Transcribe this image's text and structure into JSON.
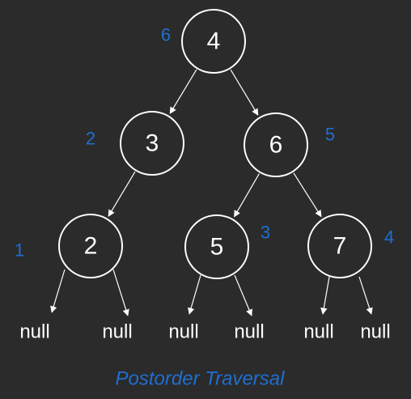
{
  "caption": "Postorder Traversal",
  "colors": {
    "background": "#2b2b2b",
    "node_stroke": "#ffffff",
    "order_label": "#1f6fd1"
  },
  "nodes": [
    {
      "id": "n4",
      "value": "4",
      "order": "6"
    },
    {
      "id": "n3",
      "value": "3",
      "order": "2"
    },
    {
      "id": "n6",
      "value": "6",
      "order": "5"
    },
    {
      "id": "n2",
      "value": "2",
      "order": "1"
    },
    {
      "id": "n5",
      "value": "5",
      "order": "3"
    },
    {
      "id": "n7",
      "value": "7",
      "order": "4"
    }
  ],
  "null_label": "null",
  "edges": [
    {
      "from": "n4",
      "to": "n3"
    },
    {
      "from": "n4",
      "to": "n6"
    },
    {
      "from": "n3",
      "to": "n2"
    },
    {
      "from": "n6",
      "to": "n5"
    },
    {
      "from": "n6",
      "to": "n7"
    },
    {
      "from": "n2",
      "to": "null1"
    },
    {
      "from": "n2",
      "to": "null2"
    },
    {
      "from": "n5",
      "to": "null3"
    },
    {
      "from": "n5",
      "to": "null4"
    },
    {
      "from": "n7",
      "to": "null5"
    },
    {
      "from": "n7",
      "to": "null6"
    }
  ]
}
